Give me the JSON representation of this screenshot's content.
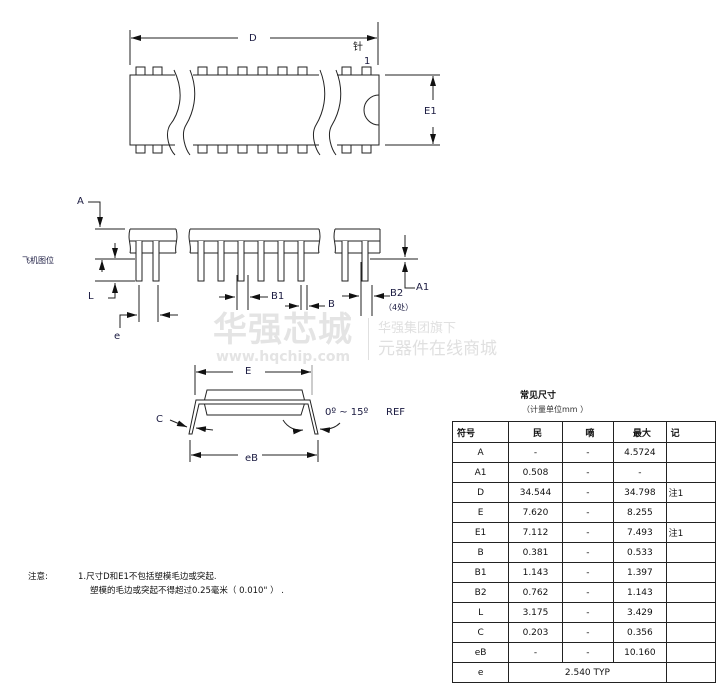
{
  "top_view": {
    "dim_d": "D",
    "pin_label": "针",
    "pin_number": "1",
    "dim_e1": "E1"
  },
  "side_view": {
    "side_label": "飞机图位",
    "dim_a": "A",
    "dim_l": "L",
    "dim_a1": "A1",
    "dim_e": "e",
    "dim_b1": "B1",
    "dim_b": "B",
    "dim_b2": "B2",
    "b2_note": "（4处）"
  },
  "end_view": {
    "dim_e": "E",
    "dim_c": "C",
    "dim_eb": "eB",
    "angle": "0º ~ 15º",
    "angle_ref": "REF"
  },
  "watermark": {
    "brand": "华强芯城",
    "url": "www.hqchip.com",
    "line1": "华强集团旗下",
    "line2": "元器件在线商城"
  },
  "table": {
    "title": "常见尺寸",
    "unit": "（计量单位mm ）",
    "headers": [
      "符号",
      "民",
      "嘀",
      "最大",
      "记"
    ],
    "rows": [
      [
        "A",
        "-",
        "-",
        "4.5724",
        ""
      ],
      [
        "A1",
        "0.508",
        "-",
        "-",
        ""
      ],
      [
        "D",
        "34.544",
        "-",
        "34.798",
        "注1"
      ],
      [
        "E",
        "7.620",
        "-",
        "8.255",
        ""
      ],
      [
        "E1",
        "7.112",
        "-",
        "7.493",
        "注1"
      ],
      [
        "B",
        "0.381",
        "-",
        "0.533",
        ""
      ],
      [
        "B1",
        "1.143",
        "-",
        "1.397",
        ""
      ],
      [
        "B2",
        "0.762",
        "-",
        "1.143",
        ""
      ],
      [
        "L",
        "3.175",
        "-",
        "3.429",
        ""
      ],
      [
        "C",
        "0.203",
        "-",
        "0.356",
        ""
      ],
      [
        "eB",
        "-",
        "-",
        "10.160",
        ""
      ]
    ],
    "last_row": {
      "symbol": "e",
      "value": "2.540 TYP"
    }
  },
  "notes": {
    "label": "注意:",
    "line1": "1.尺寸D和E1不包括塑模毛边或突起.",
    "line2": "塑模的毛边或突起不得超过0.25毫米（ 0.010\" ） ."
  }
}
